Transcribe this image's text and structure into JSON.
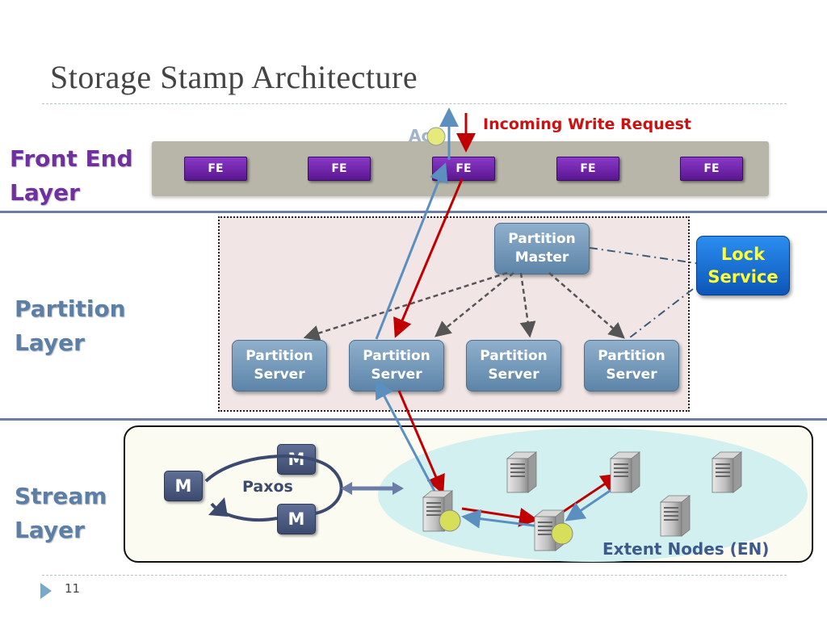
{
  "slide": {
    "title": "Storage Stamp Architecture",
    "page_number": "11"
  },
  "layers": {
    "front_end": "Front End Layer",
    "partition": "Partition Layer",
    "stream": "Stream Layer"
  },
  "front_end": {
    "fe_label": "FE",
    "incoming_write_request": "Incoming Write Request",
    "ack": "Ack"
  },
  "partition": {
    "master_line1": "Partition",
    "master_line2": "Master",
    "server_line1": "Partition",
    "server_line2": "Server",
    "lock_line1": "Lock",
    "lock_line2": "Service"
  },
  "stream": {
    "m_label": "M",
    "paxos": "Paxos",
    "extent_nodes": "Extent Nodes (EN)"
  },
  "colors": {
    "front_end_label": "#7030a0",
    "partition_label": "#5b7fa6",
    "stream_label": "#5b7fa6",
    "fe_box": "#6a1fa3",
    "write_path": "#c00000",
    "ack_path": "#5b8fc0",
    "lock_service": "#1370d8",
    "lock_text": "#ffff33"
  },
  "icons": {
    "server": "server-tower-icon",
    "bullet": "triangle-bullet-icon"
  }
}
